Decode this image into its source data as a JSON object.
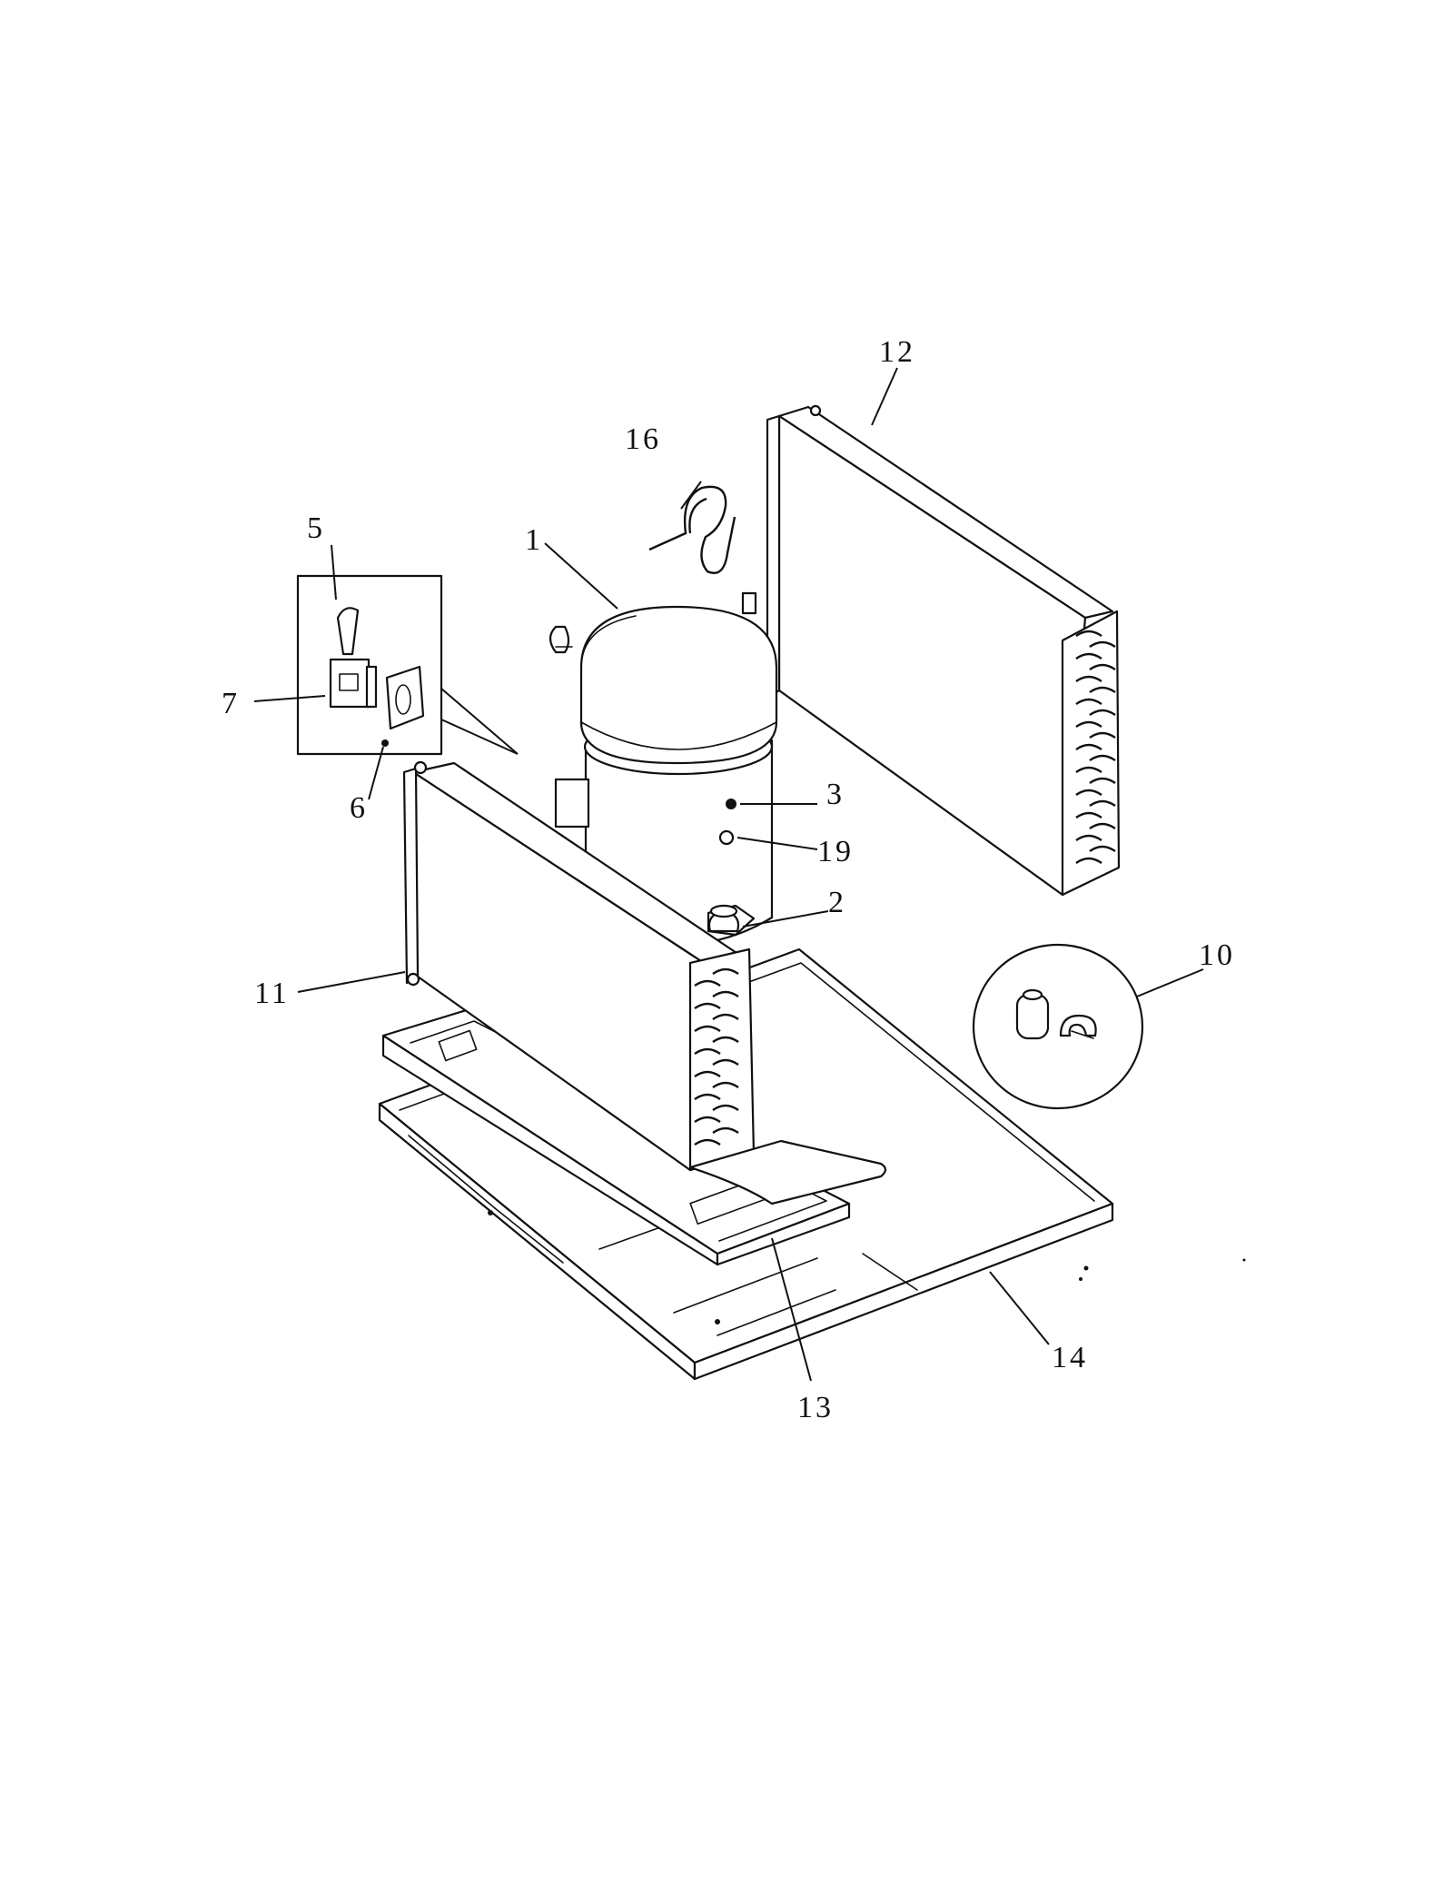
{
  "diagram": {
    "callouts": [
      {
        "id": "c1",
        "label": "1"
      },
      {
        "id": "c2",
        "label": "2"
      },
      {
        "id": "c3",
        "label": "3"
      },
      {
        "id": "c5",
        "label": "5"
      },
      {
        "id": "c6",
        "label": "6"
      },
      {
        "id": "c7",
        "label": "7"
      },
      {
        "id": "c10",
        "label": "10"
      },
      {
        "id": "c11",
        "label": "11"
      },
      {
        "id": "c12",
        "label": "12"
      },
      {
        "id": "c13",
        "label": "13"
      },
      {
        "id": "c14",
        "label": "14"
      },
      {
        "id": "c16",
        "label": "16"
      },
      {
        "id": "c19",
        "label": "19"
      }
    ]
  }
}
